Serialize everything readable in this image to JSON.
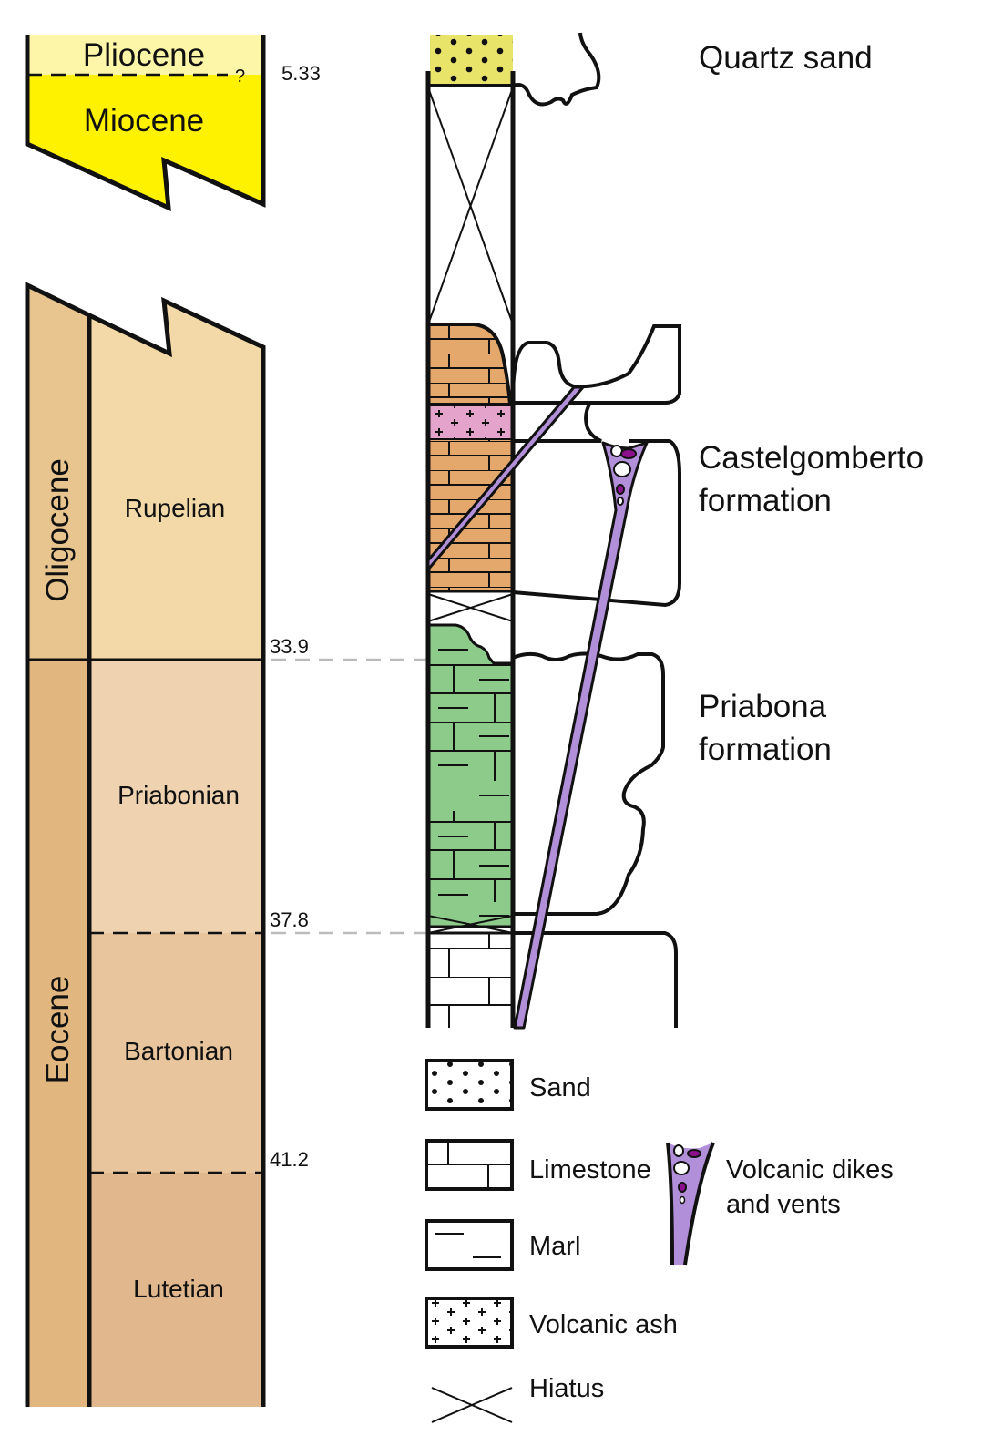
{
  "diagram": {
    "type": "stratigraphic-column",
    "colors": {
      "pliocene": "#fdf6a8",
      "miocene": "#fff200",
      "oligocene_epoch": "#e8c48e",
      "rupelian": "#f2d9a7",
      "eocene_epoch": "#e2b77f",
      "priabonian": "#efd3b0",
      "bartonian": "#e8c59d",
      "lutetian": "#e1b88d",
      "quartz_sand": "#e8e46a",
      "limestone_orange": "#e5a86c",
      "volcanic_ash": "#e3a3cb",
      "marl_green": "#8dcb8a",
      "dike_purple": "#b290d9",
      "vent_clast": "#8c0f8e",
      "age_line": "#bbbbbb"
    },
    "chronostratigraphy": {
      "upper": {
        "epochs": [
          {
            "name": "Pliocene"
          },
          {
            "name": "Miocene"
          }
        ],
        "boundary_uncertain_mark": "?"
      },
      "lower": {
        "epochs": [
          {
            "name": "Oligocene"
          },
          {
            "name": "Eocene"
          }
        ],
        "stages": [
          {
            "name": "Rupelian"
          },
          {
            "name": "Priabonian"
          },
          {
            "name": "Bartonian"
          },
          {
            "name": "Lutetian"
          }
        ]
      },
      "ages_ma": [
        {
          "label": "5.33",
          "value": 5.33
        },
        {
          "label": "33.9",
          "value": 33.9
        },
        {
          "label": "37.8",
          "value": 37.8
        },
        {
          "label": "41.2",
          "value": 41.2
        }
      ]
    },
    "lithology_column": [
      {
        "unit": "Quartz sand",
        "lithology": "sand"
      },
      {
        "unit": "Hiatus",
        "lithology": "hiatus"
      },
      {
        "unit": "Castelgomberto formation (upper)",
        "lithology": "limestone"
      },
      {
        "unit": "Volcanic ash layer",
        "lithology": "volcanic ash"
      },
      {
        "unit": "Castelgomberto formation (lower)",
        "lithology": "limestone"
      },
      {
        "unit": "Hiatus",
        "lithology": "hiatus"
      },
      {
        "unit": "Priabona formation",
        "lithology": "marly limestone"
      },
      {
        "unit": "Hiatus",
        "lithology": "hiatus"
      },
      {
        "unit": "Eocene limestone",
        "lithology": "limestone"
      }
    ],
    "formation_labels": [
      {
        "lines": [
          "Quartz sand"
        ]
      },
      {
        "lines": [
          "Castelgomberto",
          "formation"
        ]
      },
      {
        "lines": [
          "Priabona",
          "formation"
        ]
      }
    ],
    "legend": {
      "items": [
        {
          "label": "Sand",
          "pattern": "sand"
        },
        {
          "label": "Limestone",
          "pattern": "limestone"
        },
        {
          "label": "Marl",
          "pattern": "marl"
        },
        {
          "label": "Volcanic ash",
          "pattern": "volcanic-ash"
        },
        {
          "label": "Hiatus",
          "pattern": "hiatus"
        }
      ],
      "volcanic": {
        "lines": [
          "Volcanic dikes",
          "and vents"
        ]
      }
    }
  }
}
